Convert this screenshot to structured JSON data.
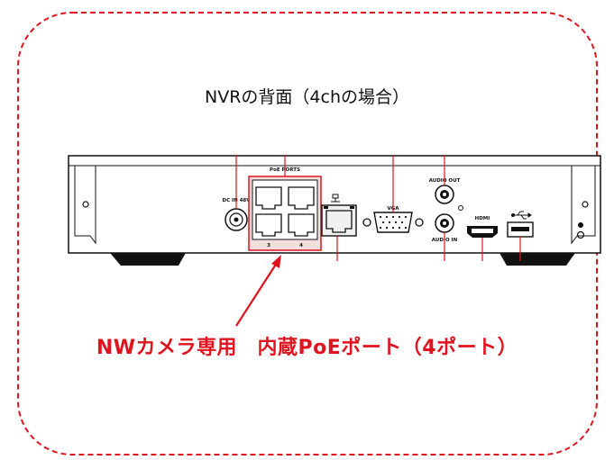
{
  "diagram": {
    "title": "NVRの背面（4chの場合）",
    "caption": "NWカメラ専用　内蔵PoEポート（4ポート）",
    "port_labels": {
      "poe": "PoE PORTS",
      "poe_num_3": "3",
      "poe_num_4": "4",
      "vga": "VGA",
      "audio_out": "AUDIO OUT",
      "audio_in": "AUDIO IN",
      "hdmi": "HDMI",
      "power": "DC IN 48V"
    },
    "colors": {
      "frame": "#e0141e",
      "caption": "#e0141e",
      "arrow": "#e0141e",
      "poe_highlight": "#e0141e"
    },
    "icons": [
      "usb-icon",
      "network-icon"
    ]
  }
}
